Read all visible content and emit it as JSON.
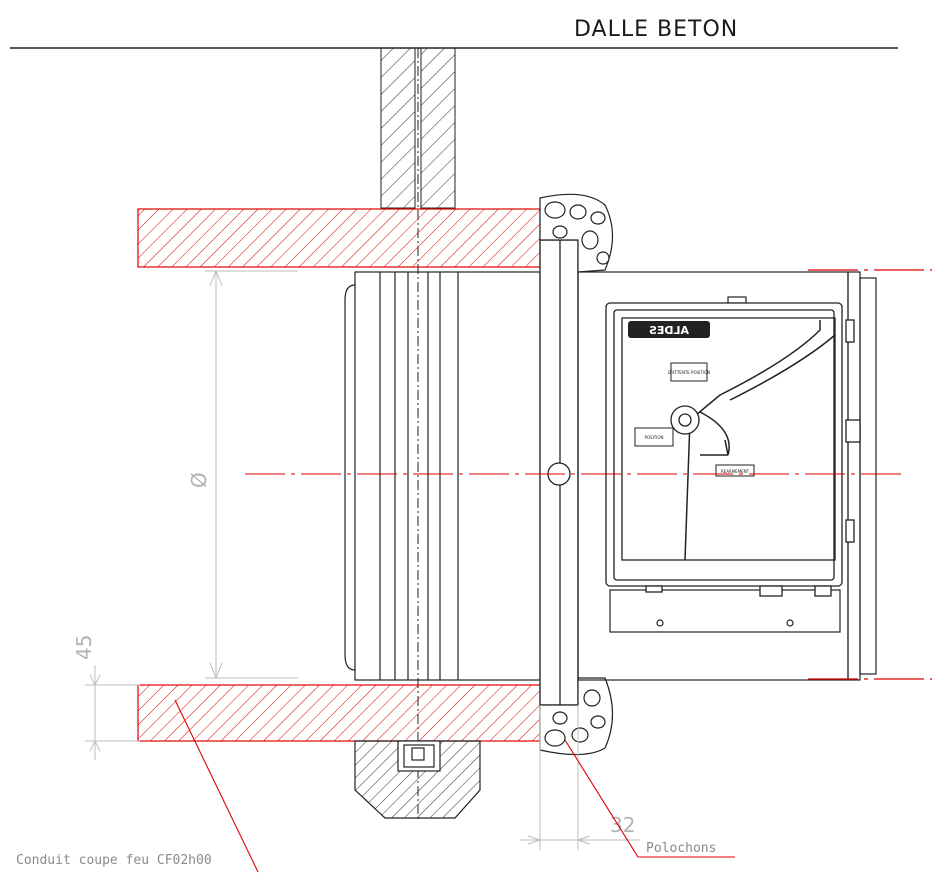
{
  "labels": {
    "slab": "DALLE BETON",
    "diameter": "Ø",
    "dim_45": "45",
    "dim_32": "32",
    "conduit": "Conduit coupe feu CF02h00",
    "polochons": "Polochons",
    "brand": "ALDES",
    "plate_attente": "D'ATTENTE POSITION",
    "plate_position": "POSITION",
    "plate_rearmement": "REARMEMENT"
  },
  "colors": {
    "line": "#222222",
    "section": "#e00000",
    "dimension": "#bdbdbd"
  }
}
